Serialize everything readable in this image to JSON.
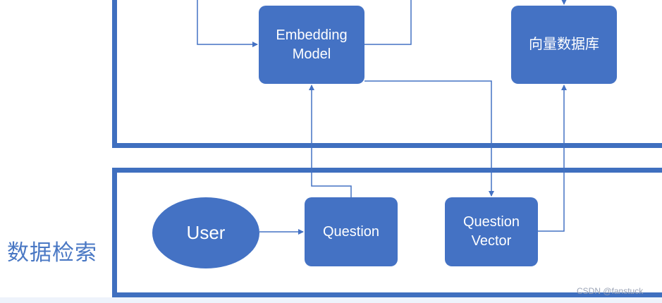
{
  "diagram": {
    "nodes": {
      "embedding_model": {
        "label": "Embedding Model"
      },
      "vector_db": {
        "label": "向量数据库"
      },
      "user": {
        "label": "User"
      },
      "question": {
        "label": "Question"
      },
      "question_vector": {
        "label": "Question Vector"
      }
    },
    "section_label": "数据检索",
    "watermark": "CSDN @fanstuck"
  },
  "colors": {
    "node_fill": "#4472c4",
    "panel_border": "#3f6fbf",
    "connector": "#4472c4",
    "section_text": "#4a78c4"
  }
}
